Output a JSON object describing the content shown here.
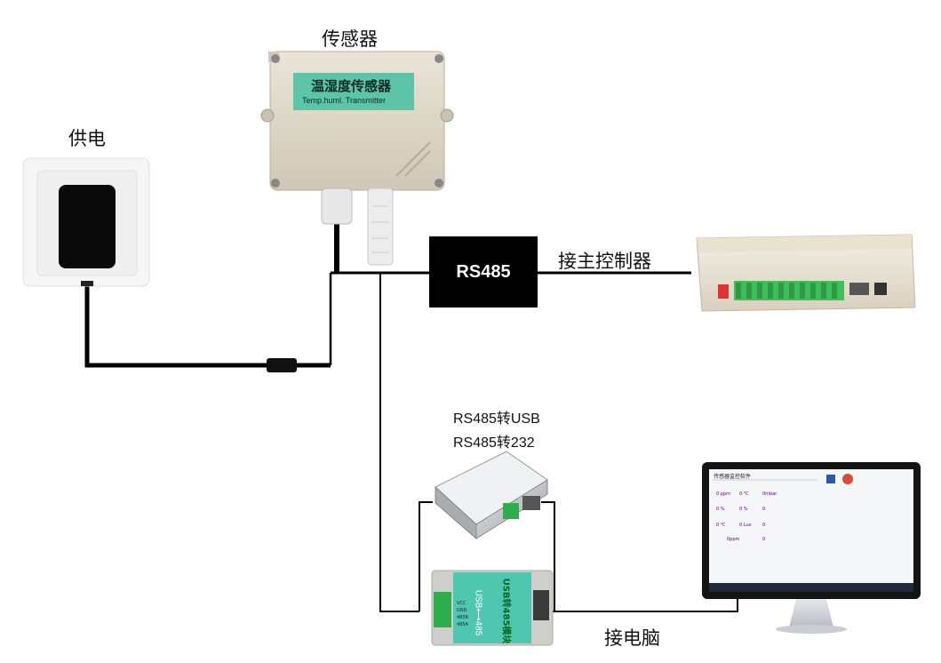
{
  "labels": {
    "sensor": "传感器",
    "power": "供电",
    "rs485_box": "RS485",
    "controller": "接主控制器",
    "converter_line1": "RS485转USB",
    "converter_line2": "RS485转232",
    "pc": "接电脑"
  },
  "sensor_device": {
    "name_cn": "温湿度传感器",
    "name_en": "Temp.huml. Transmitter"
  },
  "usb_module": {
    "title": "USB转485模块",
    "arrow_label": "USB⟷485",
    "pins": [
      "VCC",
      "GND",
      "485B",
      "485A"
    ]
  },
  "software": {
    "title": "传感器监控软件",
    "readings": [
      "0 ppm",
      "0 ℃",
      "0mbar",
      "0 %",
      "0 %",
      "0",
      "0 ℃",
      "0 Lux",
      "0",
      "0ppm",
      "0"
    ]
  },
  "colors": {
    "sensor_label_bg": "#5ec4a8",
    "module_label_bg": "#4fc6b0",
    "wire": "#000000"
  }
}
